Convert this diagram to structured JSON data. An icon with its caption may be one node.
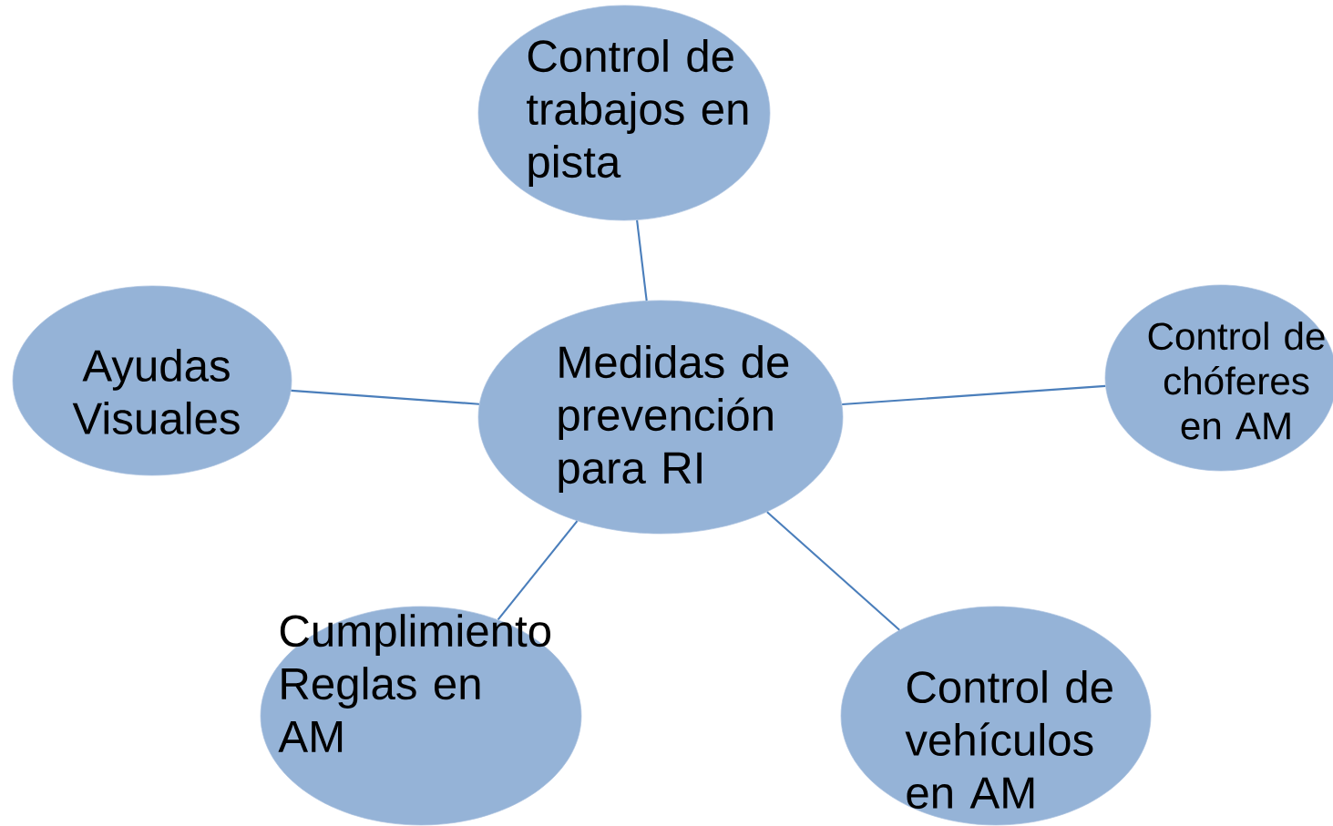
{
  "diagram": {
    "nodes": [
      {
        "text": [
          "Control de trabajos en pista"
        ]
      },
      {
        "text": [
          "Ayudas Visuales"
        ]
      },
      {
        "text": [
          "Medidas de prevención para RI"
        ]
      },
      {
        "text": [
          "Control de chóferes en AM"
        ]
      },
      {
        "text": [
          "Cumplimiento Reglas en AM"
        ]
      },
      {
        "text": [
          "Control de vehículos en AM"
        ]
      }
    ],
    "edges": [
      {
        "from": 2,
        "to": 0,
        "arrow": "none"
      },
      {
        "from": 2,
        "to": 1,
        "arrow": "none"
      },
      {
        "from": 2,
        "to": 3,
        "arrow": "none"
      },
      {
        "from": 2,
        "to": 4,
        "arrow": "none"
      },
      {
        "from": 2,
        "to": 5,
        "arrow": "none"
      }
    ]
  }
}
